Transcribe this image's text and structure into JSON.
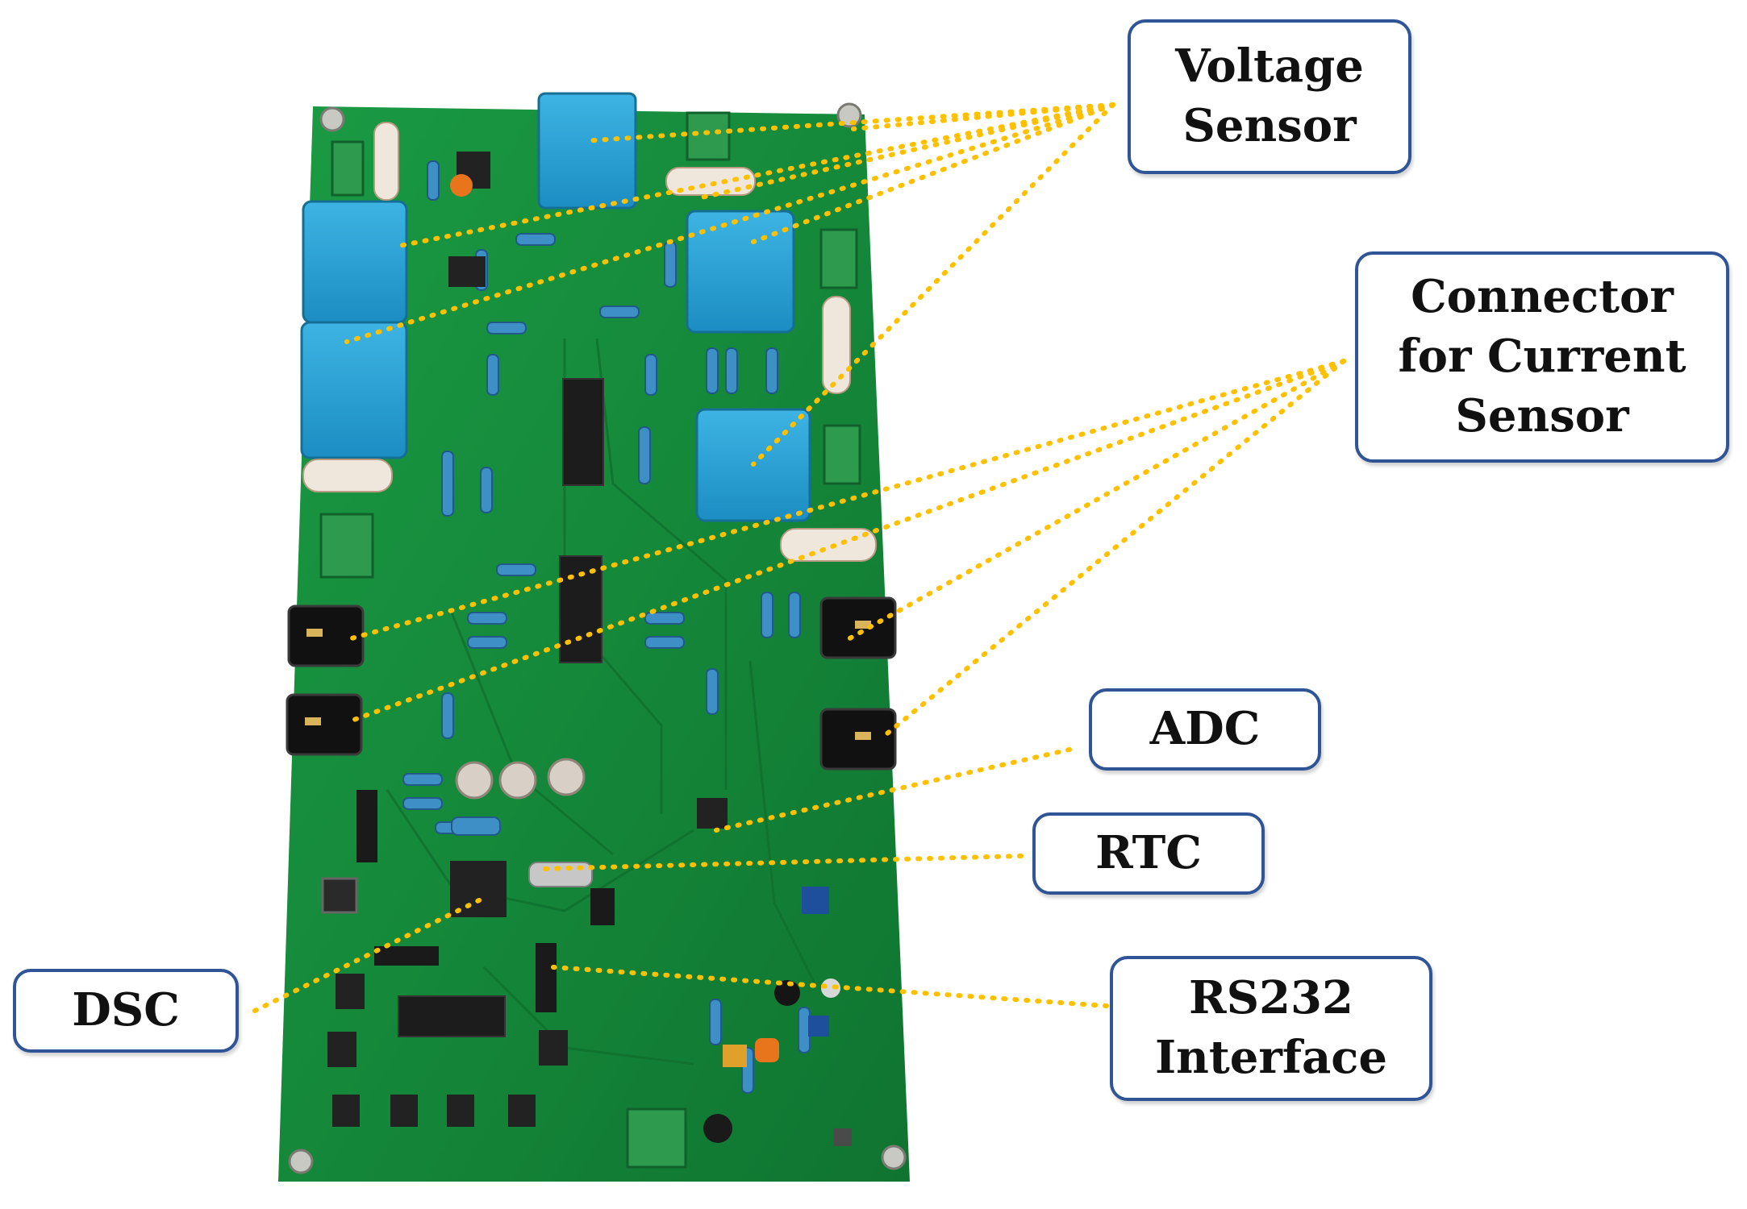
{
  "labels": {
    "voltage_sensor": [
      "Voltage",
      "Sensor"
    ],
    "current_connector": [
      "Connector",
      "for Current",
      "Sensor"
    ],
    "adc": [
      "ADC"
    ],
    "rtc": [
      "RTC"
    ],
    "dsc": [
      "DSC"
    ],
    "rs232": [
      "RS232",
      "Interface"
    ]
  },
  "colors": {
    "board": "#16893a",
    "box_border": "#2f5597",
    "leader": "#ffc000",
    "sensor_blue": "#2aa3d6"
  }
}
